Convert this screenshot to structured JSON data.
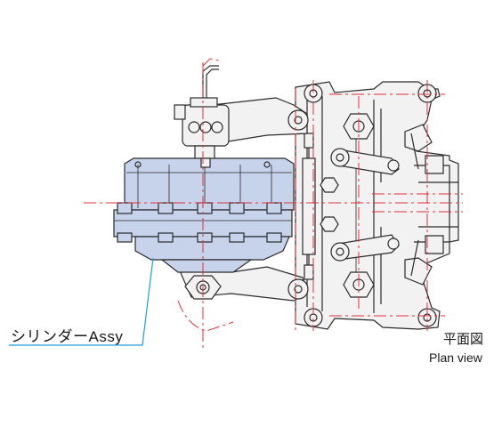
{
  "callout": {
    "label": "シリンダーAssy"
  },
  "view_title": {
    "jp": "平面図",
    "en": "Plan view"
  },
  "colors": {
    "assembly_fill": "#c6d3ea",
    "centerline": "#e0303a",
    "leader": "#1aa0d8",
    "outline": "#2b2b2b"
  },
  "components": [
    "cylinder-assembly",
    "brake-lever-arm",
    "brake-caliper",
    "brake-shoes",
    "pivot-pins",
    "spring-rod",
    "hydraulic-pipe"
  ]
}
